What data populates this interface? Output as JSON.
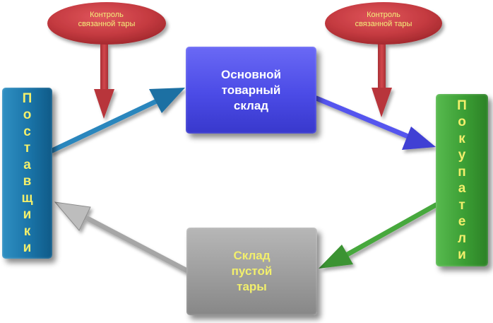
{
  "nodes": {
    "suppliers": "Поставщики",
    "buyers": "Покупатели",
    "main_warehouse": "Основной\nтоварный\nсклад",
    "empty_warehouse": "Склад\nпустой\nтары"
  },
  "callouts": {
    "left": "Контроль\nсвязанной тары",
    "right": "Контроль\nсвязанной тары"
  },
  "colors": {
    "suppliers": "#1a74a8",
    "buyers": "#3b9e34",
    "main_warehouse": "#4b4be6",
    "empty_warehouse": "#9d9d9d",
    "callout": "#c0353c",
    "label_yellow": "#f2ef6c"
  }
}
